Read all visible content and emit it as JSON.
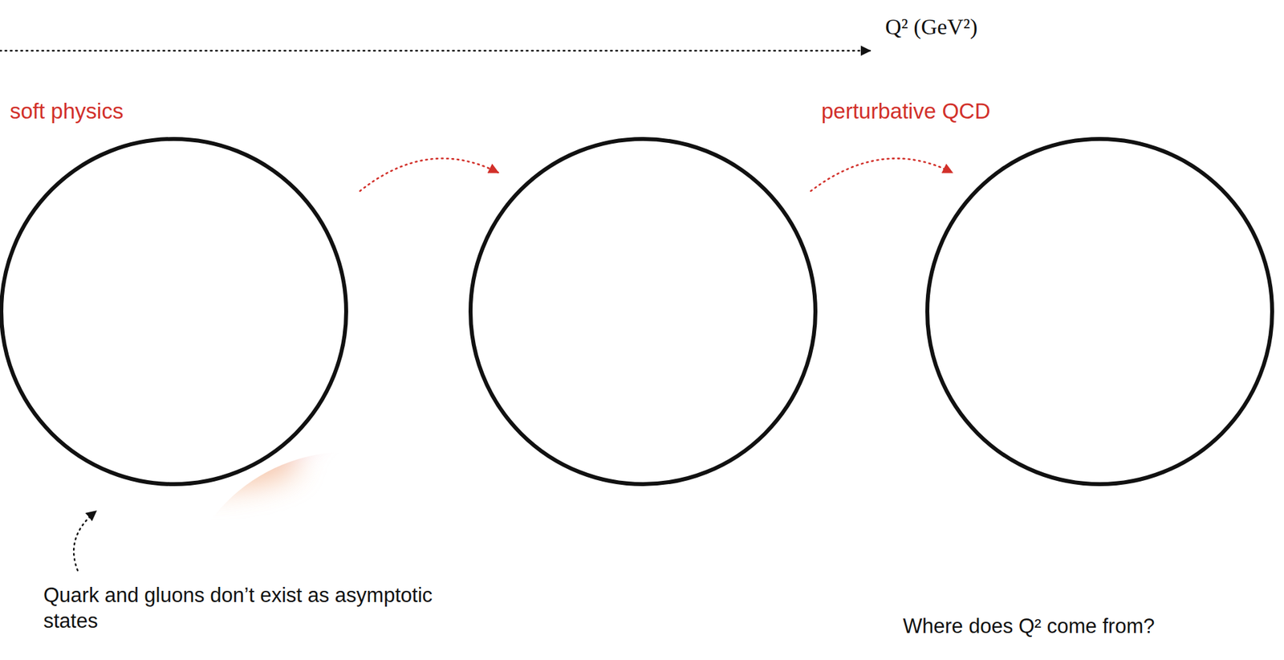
{
  "diagram": {
    "labels": [
      "Q² (GeV²)",
      "soft physics",
      "perturbative QCD",
      "Quark and gluons don’t exist as asymptotic states",
      "Where does Q² come from?"
    ]
  }
}
